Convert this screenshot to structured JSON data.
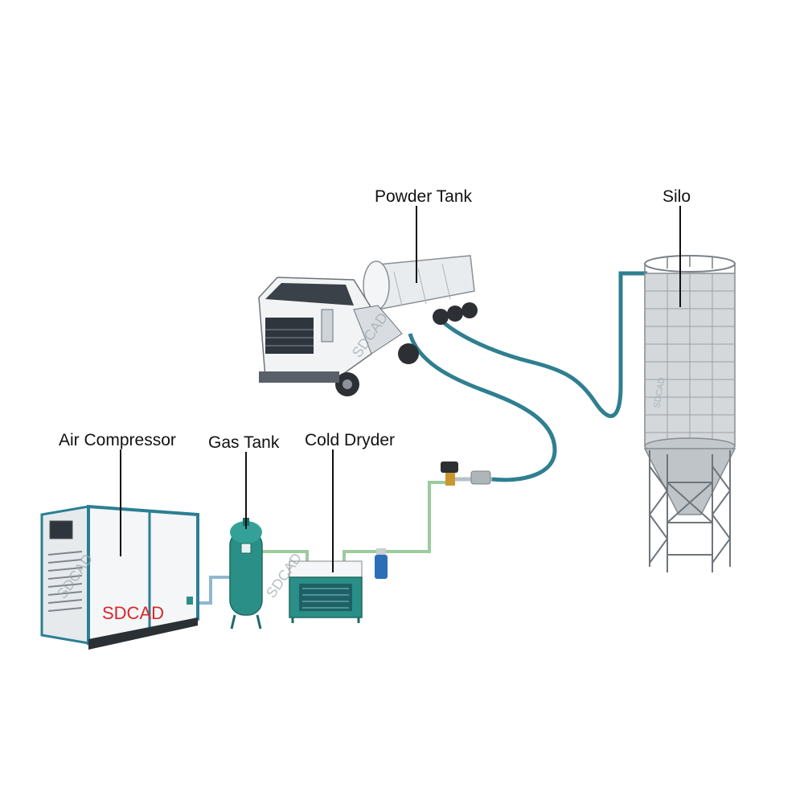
{
  "labels": {
    "powder_tank": "Powder Tank",
    "silo": "Silo",
    "air_compressor": "Air Compressor",
    "gas_tank": "Gas Tank",
    "cold_dryer": "Cold Dryder"
  },
  "watermarks": [
    "SDCAD",
    "SDCAD",
    "SDCAD",
    "SDCAD"
  ],
  "compressor_brand": "SDCAD",
  "colors": {
    "hose": "#2f7f8f",
    "pipe": "#9ccb9e",
    "equipment_teal": "#2a8f86",
    "compressor_panel": "#2b7f93",
    "silo_metal": "#cfd3d6",
    "truck_white": "#eef0f2",
    "label_text": "#111111",
    "brand_red": "#d9262c"
  }
}
